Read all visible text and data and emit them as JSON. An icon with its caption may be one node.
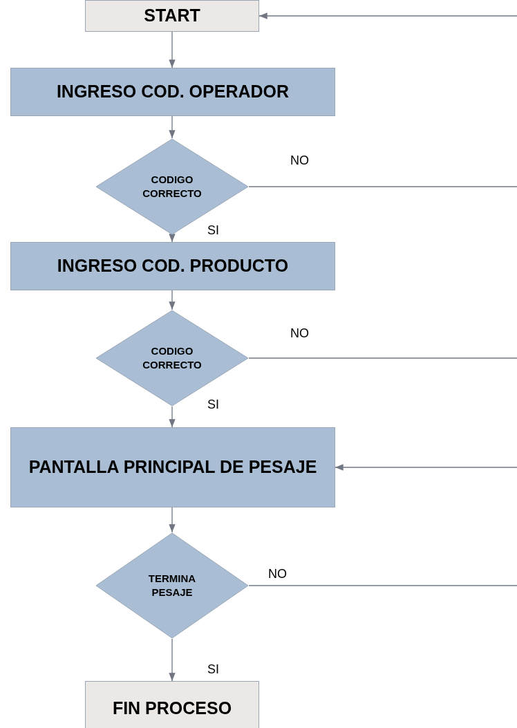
{
  "diagram": {
    "nodes": [
      {
        "text": [
          "START"
        ]
      },
      {
        "text": [
          "INGRESO COD. OPERADOR"
        ]
      },
      {
        "text": [
          "CODIGO CORRECTO"
        ]
      },
      {
        "text": [
          "INGRESO COD. PRODUCTO"
        ]
      },
      {
        "text": [
          "CODIGO CORRECTO"
        ]
      },
      {
        "text": [
          "PANTALLA PRINCIPAL DE PESAJE"
        ]
      },
      {
        "text": [
          "TERMINA PESAJE"
        ]
      },
      {
        "text": [
          "FIN PROCESO"
        ]
      }
    ],
    "edges": [
      {
        "from": null,
        "to": 0,
        "arrow": "to"
      },
      {
        "from": 0,
        "to": 1,
        "arrow": "to"
      },
      {
        "from": 1,
        "to": 2,
        "arrow": "to"
      },
      {
        "from": 2,
        "to": null,
        "arrow": "none",
        "label": "NO"
      },
      {
        "from": 2,
        "to": 3,
        "arrow": "to",
        "label": "SI"
      },
      {
        "from": 3,
        "to": 4,
        "arrow": "to"
      },
      {
        "from": 4,
        "to": null,
        "arrow": "none",
        "label": "NO"
      },
      {
        "from": 4,
        "to": 5,
        "arrow": "to",
        "label": "SI"
      },
      {
        "from": null,
        "to": 5,
        "arrow": "to"
      },
      {
        "from": 5,
        "to": 6,
        "arrow": "to"
      },
      {
        "from": 6,
        "to": null,
        "arrow": "none",
        "label": "NO"
      },
      {
        "from": 6,
        "to": 7,
        "arrow": "to",
        "label": "SI"
      }
    ]
  }
}
